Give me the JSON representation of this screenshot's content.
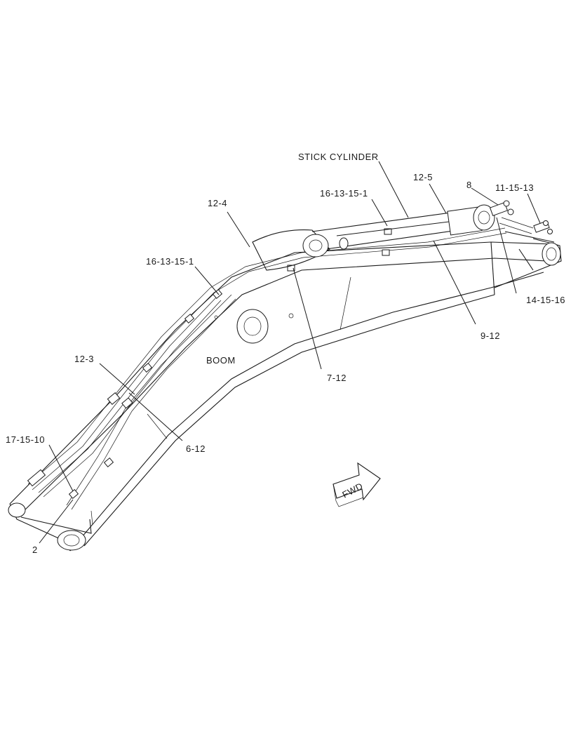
{
  "labels": {
    "stick_cylinder": "STICK CYLINDER",
    "boom": "BOOM",
    "fwd": "FWD",
    "c_12_5": "12-5",
    "c_8": "8",
    "c_11_15_13": "11-15-13",
    "c_16_13_15_1_top": "16-13-15-1",
    "c_12_4": "12-4",
    "c_16_13_15_1_left": "16-13-15-1",
    "c_14_15_16": "14-15-16",
    "c_9_12": "9-12",
    "c_7_12": "7-12",
    "c_12_3": "12-3",
    "c_6_12": "6-12",
    "c_17_15_10": "17-15-10",
    "c_2": "2"
  }
}
